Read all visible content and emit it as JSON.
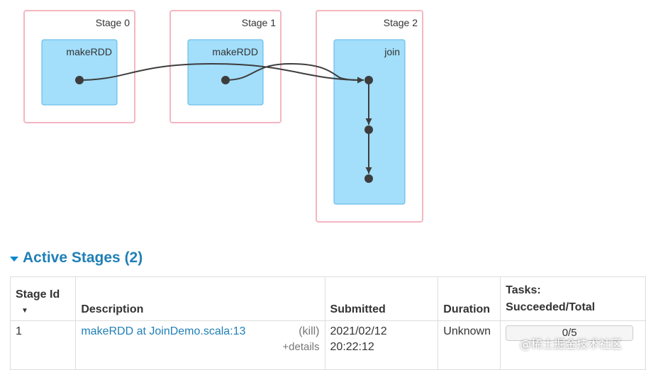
{
  "dag": {
    "stages": [
      {
        "label": "Stage 0",
        "rdd": "makeRDD"
      },
      {
        "label": "Stage 1",
        "rdd": "makeRDD"
      },
      {
        "label": "Stage 2",
        "rdd": "join"
      }
    ],
    "colors": {
      "stage_border": "#f4b6c2",
      "rdd_fill": "#a3defa",
      "rdd_border": "#5ab5e6",
      "edge": "#3d3d3d"
    }
  },
  "active_stages": {
    "title": "Active Stages (2)",
    "columns": [
      "Stage Id",
      "Description",
      "Submitted",
      "Duration",
      "Tasks:",
      "Succeeded/Total"
    ],
    "rows": [
      {
        "stage_id": "1",
        "description": "makeRDD at JoinDemo.scala:13",
        "kill": "(kill)",
        "details": "+details",
        "submitted_date": "2021/02/12",
        "submitted_time": "20:22:12",
        "duration": "Unknown",
        "tasks": "0/5"
      }
    ],
    "colors": {
      "link": "#1f7fb6",
      "header": "#1f7fb6"
    }
  },
  "watermark": "@稀土掘金技术社区"
}
